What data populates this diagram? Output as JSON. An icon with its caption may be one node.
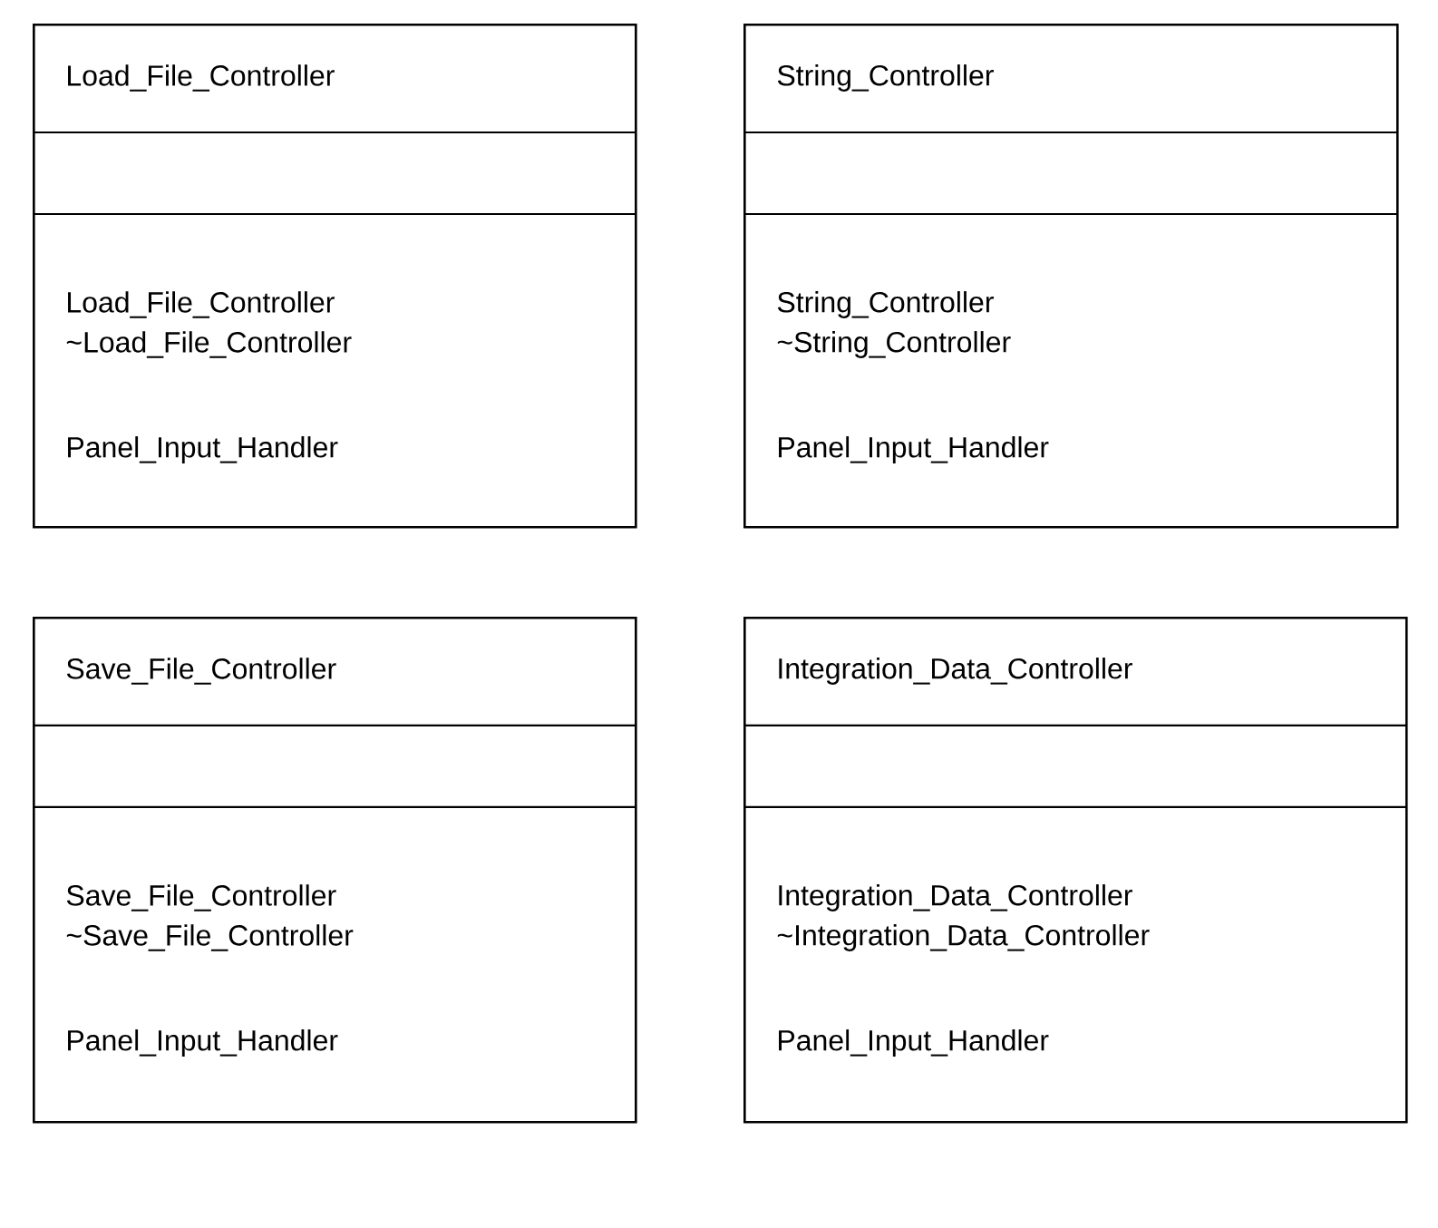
{
  "diagram": {
    "nodes": [
      {
        "text": [
          "Load_File_Controller",
          "Load_File_Controller",
          "~Load_File_Controller",
          "Panel_Input_Handler"
        ]
      },
      {
        "text": [
          "String_Controller",
          "String_Controller",
          "~String_Controller",
          "Panel_Input_Handler"
        ]
      },
      {
        "text": [
          "Save_File_Controller",
          "Save_File_Controller",
          "~Save_File_Controller",
          "Panel_Input_Handler"
        ]
      },
      {
        "text": [
          "Integration_Data_Controller",
          "Integration_Data_Controller",
          "~Integration_Data_Controller",
          "Panel_Input_Handler"
        ]
      }
    ]
  }
}
